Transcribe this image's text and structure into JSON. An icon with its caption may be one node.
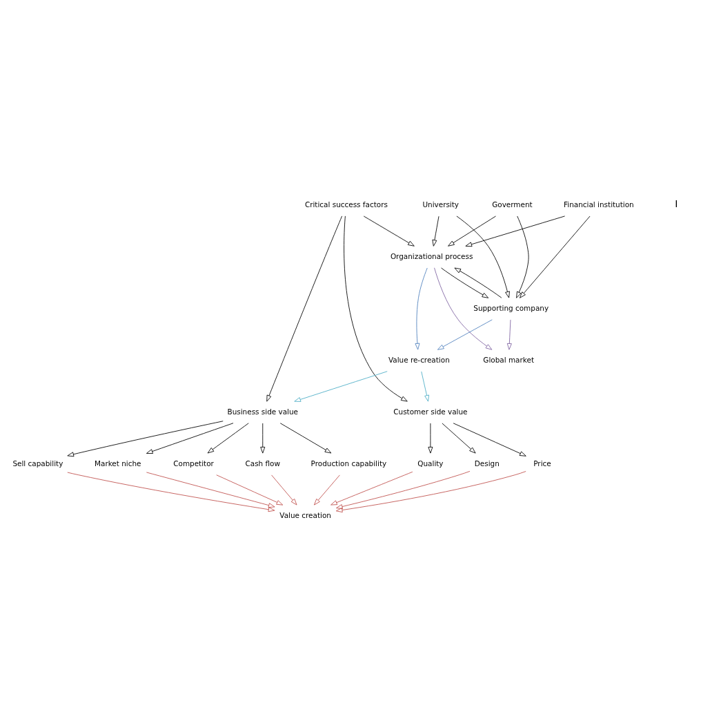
{
  "diagram": {
    "nodes": [
      {
        "text": [
          "Global market"
        ]
      },
      {
        "text": [
          "Market niche"
        ]
      },
      {
        "text": [
          "Competitor"
        ]
      },
      {
        "text": [
          "Cash flow"
        ]
      },
      {
        "text": [
          "Business side value"
        ]
      },
      {
        "text": [
          "Organizational process"
        ]
      },
      {
        "text": [
          "Supporting company"
        ]
      },
      {
        "text": [
          "Goverment"
        ]
      },
      {
        "text": [
          "Financial institution"
        ]
      },
      {
        "text": [
          "University"
        ]
      },
      {
        "text": [
          "Production capability"
        ]
      },
      {
        "text": [
          "Sell capability"
        ]
      },
      {
        "text": [
          "Critical success factors"
        ]
      },
      {
        "text": [
          "Customer side value"
        ]
      },
      {
        "text": [
          "Value creation"
        ]
      },
      {
        "text": [
          "Quality"
        ]
      },
      {
        "text": [
          "Design"
        ]
      },
      {
        "text": [
          "Price"
        ]
      },
      {
        "text": [
          "Value re-creation"
        ]
      }
    ],
    "edges": [
      {
        "from": 4,
        "to": 1,
        "arrow": "to"
      },
      {
        "from": 4,
        "to": 2,
        "arrow": "to"
      },
      {
        "from": 4,
        "to": 3,
        "arrow": "to"
      },
      {
        "from": 4,
        "to": 10,
        "arrow": "to"
      },
      {
        "from": 4,
        "to": 11,
        "arrow": "to"
      },
      {
        "from": 12,
        "to": 4,
        "arrow": "to"
      },
      {
        "from": 12,
        "to": 13,
        "arrow": "to"
      },
      {
        "from": 12,
        "to": 5,
        "arrow": "to"
      },
      {
        "from": 5,
        "to": 6,
        "arrow": "to"
      },
      {
        "from": 6,
        "to": 5,
        "arrow": "to"
      },
      {
        "from": 7,
        "to": 6,
        "arrow": "to"
      },
      {
        "from": 7,
        "to": 5,
        "arrow": "to"
      },
      {
        "from": 8,
        "to": 6,
        "arrow": "to"
      },
      {
        "from": 8,
        "to": 5,
        "arrow": "to"
      },
      {
        "from": 9,
        "to": 6,
        "arrow": "to"
      },
      {
        "from": 9,
        "to": 5,
        "arrow": "to"
      },
      {
        "from": 13,
        "to": 15,
        "arrow": "to"
      },
      {
        "from": 13,
        "to": 16,
        "arrow": "to"
      },
      {
        "from": 13,
        "to": 17,
        "arrow": "to"
      },
      {
        "from": 6,
        "to": 0,
        "arrow": "to",
        "color": "#8064a2"
      },
      {
        "from": 5,
        "to": 0,
        "arrow": "to",
        "color": "#8064a2"
      },
      {
        "from": 1,
        "to": 14,
        "arrow": "to",
        "color": "#c0504d"
      },
      {
        "from": 2,
        "to": 14,
        "arrow": "to",
        "color": "#c0504d"
      },
      {
        "from": 3,
        "to": 14,
        "arrow": "to",
        "color": "#c0504d"
      },
      {
        "from": 10,
        "to": 14,
        "arrow": "to",
        "color": "#c0504d"
      },
      {
        "from": 11,
        "to": 14,
        "arrow": "to",
        "color": "#c0504d"
      },
      {
        "from": 15,
        "to": 14,
        "arrow": "to",
        "color": "#c0504d"
      },
      {
        "from": 16,
        "to": 14,
        "arrow": "to",
        "color": "#c0504d"
      },
      {
        "from": 17,
        "to": 14,
        "arrow": "to",
        "color": "#c0504d"
      },
      {
        "from": 18,
        "to": 4,
        "arrow": "to",
        "color": "#4bacc6"
      },
      {
        "from": 18,
        "to": 13,
        "arrow": "to",
        "color": "#4bacc6"
      },
      {
        "from": 5,
        "to": 18,
        "arrow": "to",
        "color": "#4f81bd"
      },
      {
        "from": 6,
        "to": 18,
        "arrow": "to",
        "color": "#4f81bd"
      }
    ],
    "labels": [
      "I"
    ]
  }
}
